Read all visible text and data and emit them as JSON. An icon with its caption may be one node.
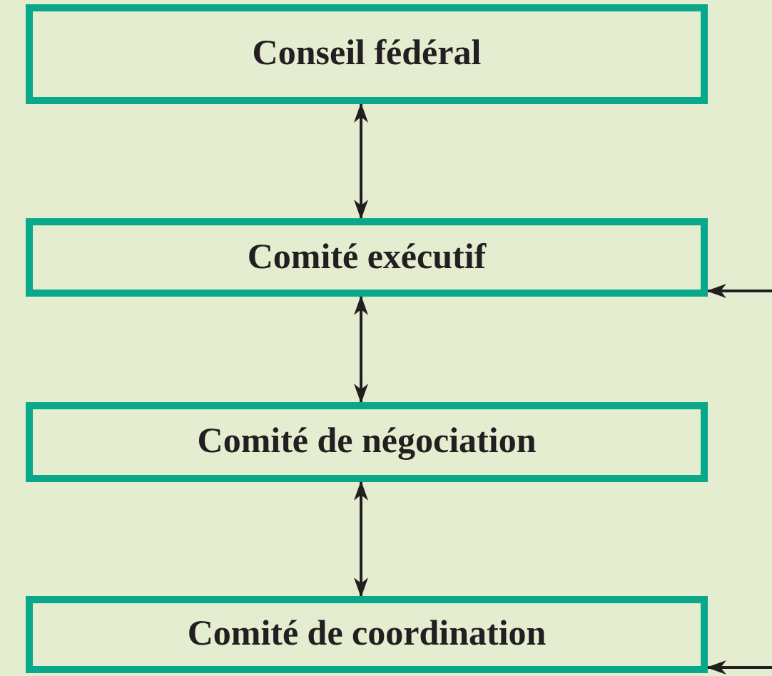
{
  "diagram": {
    "nodes": [
      {
        "text": [
          "Conseil fédéral"
        ]
      },
      {
        "text": [
          "Comité exécutif"
        ]
      },
      {
        "text": [
          "Comité de négociation"
        ]
      },
      {
        "text": [
          "Comité de coordination"
        ]
      }
    ],
    "edges": [
      {
        "from": 0,
        "to": 1,
        "arrow": "both"
      },
      {
        "from": 1,
        "to": 2,
        "arrow": "both"
      },
      {
        "from": 2,
        "to": 3,
        "arrow": "both"
      },
      {
        "from": null,
        "to": 1,
        "arrow": "to"
      },
      {
        "from": null,
        "to": 3,
        "arrow": "to"
      }
    ]
  }
}
